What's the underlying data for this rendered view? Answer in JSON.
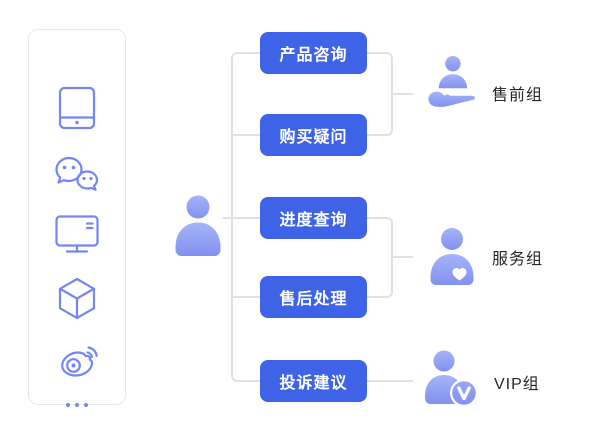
{
  "colors": {
    "button_bg": "#3E63E6",
    "button_text": "#FFFFFF",
    "icon_stroke": "#7486F2",
    "figure_fill_top": "#A6B4F9",
    "figure_fill_bottom": "#8191EF",
    "connector": "#E1E1E1",
    "label_text": "#262626",
    "sidebar_border": "#E8E8E8"
  },
  "sidebar": {
    "channel_icons": [
      "mobile-device-icon",
      "wechat-icon",
      "desktop-monitor-icon",
      "cube-icon",
      "weibo-icon",
      "more-dots-icon"
    ]
  },
  "customer": {
    "icon": "customer-user-icon"
  },
  "categories": [
    {
      "label": "产品咨询"
    },
    {
      "label": "购买疑问"
    },
    {
      "label": "进度查询"
    },
    {
      "label": "售后处理"
    },
    {
      "label": "投诉建议"
    }
  ],
  "groups": [
    {
      "label": "售前组",
      "icon": "presales-hand-user-icon"
    },
    {
      "label": "服务组",
      "icon": "service-user-heart-icon"
    },
    {
      "label": "VIP组",
      "icon": "vip-user-badge-icon"
    }
  ]
}
